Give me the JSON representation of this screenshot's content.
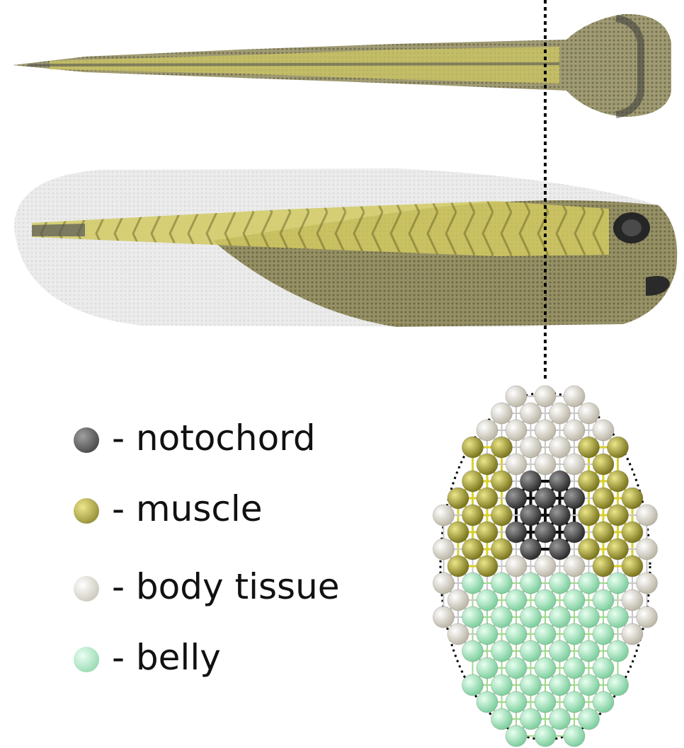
{
  "legend": {
    "items": [
      {
        "key": "notochord",
        "label": "- notochord",
        "color": "#4a4a4a"
      },
      {
        "key": "muscle",
        "label": "- muscle",
        "color": "#9a9430"
      },
      {
        "key": "body_tissue",
        "label": "- body tissue",
        "color": "#d6d2c4"
      },
      {
        "key": "belly",
        "label": "- belly",
        "color": "#9fdcb8"
      }
    ]
  },
  "colors": {
    "fish_body": "#8b8450",
    "fish_muscle": "#c9c25a",
    "fish_fin": "#e6e6e6",
    "eye": "#2a2a2a",
    "dashed_line": "#000000"
  }
}
